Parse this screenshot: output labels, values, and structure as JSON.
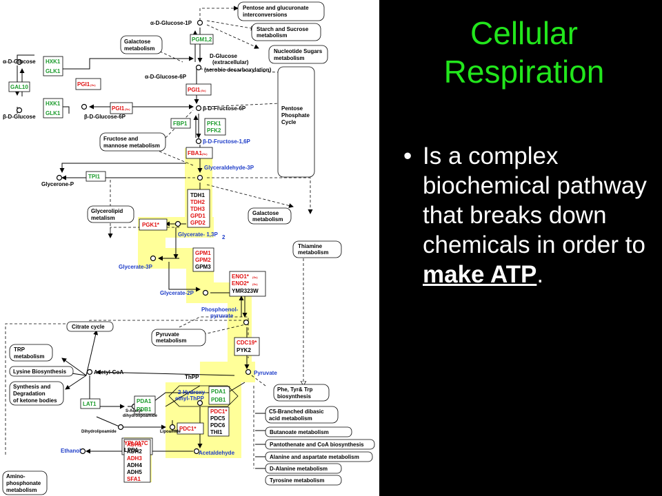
{
  "slide": {
    "title_line1": "Cellular",
    "title_line2": "Respiration",
    "bullet_parts": [
      "Is a complex biochemical pathway that breaks down chemicals in order to ",
      "make ATP",
      "."
    ],
    "accent_color": "#22e61c",
    "bullet_icon": "bullet-dot"
  },
  "diagram": {
    "highlight_color": "#ffff99",
    "metabolite_labels": [
      "α-D-Glucose-1P",
      "D-Glucose",
      "(extracellular)",
      "(aerobic decarboxylation)",
      "α-D-Glucose-6P",
      "α-D-Glucose",
      "β-D-Glucose",
      "β-D-Glucose-6P",
      "β-D-Fructose-6P",
      "β-D-Fructose-1,6P",
      "Glyceraldehyde-3P",
      "Glycerone-P",
      "Glycerate- 1,3P",
      "Glycerate-3P",
      "Glycerate-2P",
      "Phosphoenol-",
      "pyruvate",
      "Pyruvate",
      "Acetyl-CoA",
      "ThPP",
      "2-Hydroxy-",
      "ethyl-ThPP",
      "S-Acetyl-",
      "dihydrolipoamide",
      "Dihydrolipoamide",
      "Lipoamide",
      "Ethanol",
      "Acetaldehyde"
    ],
    "sub2": "2",
    "enzyme_labels": [
      "PGM1,2",
      "HXK1",
      "GLK1",
      "GAL10",
      "HXK1",
      "GLK1",
      "PGI1",
      "PGI1",
      "PGI1",
      "FBP1",
      "PFK1",
      "PFK2",
      "FBA1",
      "TPI1",
      "TDH1",
      "TDH2",
      "TDH3",
      "GPD1",
      "GPD2",
      "PGK1*",
      "GPM1",
      "GPM2",
      "GPM3",
      "ENO1*",
      "ENO2*",
      "YMR323W",
      "CDC19*",
      "PYK2",
      "PDA1",
      "PDB1",
      "PDA1",
      "PDB1",
      "LAT1",
      "PDC1*",
      "PDC5",
      "PDC6",
      "THI1",
      "PDC1*",
      "YPL017C",
      "LPD1",
      "ADH1",
      "ADH2",
      "ADH3",
      "ADH4",
      "ADH5",
      "SFA1"
    ],
    "enzyme_suffix": "(Sc)",
    "pathway_labels": [
      "Pentose and glucuronate",
      "interconversions",
      "Starch and Sucrose",
      "metabolism",
      "Nucleotide Sugars",
      "metabolism",
      "Galactose",
      "metabolism",
      "Pentose",
      "Phosphate",
      "Cycle",
      "Fructose and",
      "mannose metabolism",
      "Glycerolipid",
      "metalism",
      "Galactose",
      "metabolism",
      "Thiamine",
      "metabolism",
      "Citrate cycle",
      "Pyruvate",
      "metabolism",
      "TRP",
      "metabolism",
      "Lysine Biosynthesis",
      "Synthesis and",
      "Degradation",
      "of ketone bodies",
      "Phe, Tyr& Trp",
      "biosynthesis",
      "C5-Branched dibasic",
      "acid metabolism",
      "Butanoate metabolism",
      "Pantothenate and CoA biosynthesis",
      "Alanine and aspartate metabolism",
      "D-Alanine metabolism",
      "Tyrosine metabolism",
      "Amino-",
      "phosphonate",
      "metabolism"
    ]
  }
}
